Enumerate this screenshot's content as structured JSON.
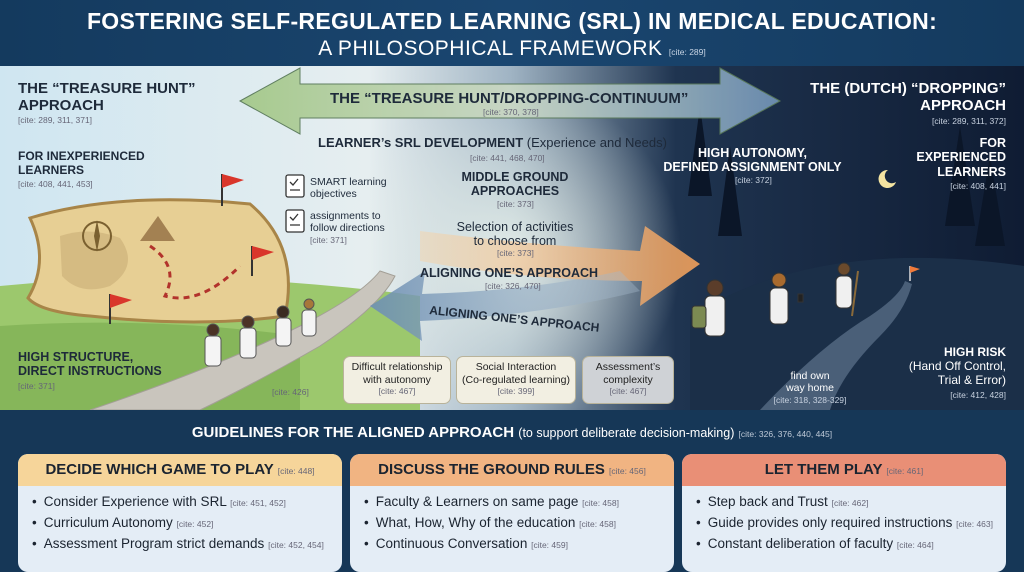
{
  "title": {
    "line1": "FOSTERING SELF-REGULATED LEARNING (SRL) IN MEDICAL EDUCATION:",
    "line2": "A PHILOSOPHICAL FRAMEWORK",
    "cite": "[cite: 289]"
  },
  "continuum": {
    "label": "THE “TREASURE HUNT/DROPPING-CONTINUUM”",
    "cite": "[cite: 370, 378]"
  },
  "left": {
    "heading_line1": "THE “TREASURE HUNT”",
    "heading_line2": "APPROACH",
    "heading_cite": "[cite: 289, 311, 371]",
    "inexperienced_line1": "FOR INEXPERIENCED",
    "inexperienced_line2": "LEARNERS",
    "inexperienced_cite": "[cite: 408, 441, 453]",
    "smart": "SMART learning objectives",
    "assignments_line1": "assignments to",
    "assignments_line2": "follow directions",
    "assignments_cite": "[cite: 371]",
    "structure_line1": "HIGH STRUCTURE,",
    "structure_line2": "DIRECT INSTRUCTIONS",
    "structure_cite": "[cite: 371]",
    "path_cite": "[cite: 426]"
  },
  "center": {
    "srl_title": "LEARNER’s SRL DEVELOPMENT",
    "srl_sub": "(Experience and Needs)",
    "srl_cite": "[cite: 441, 468, 470]",
    "middle_line1": "MIDDLE GROUND",
    "middle_line2": "APPROACHES",
    "middle_cite": "[cite: 373]",
    "selection_line1": "Selection of activities",
    "selection_line2": "to choose from",
    "selection_cite": "[cite: 373]",
    "aligning_upper": "ALIGNING ONE’S APPROACH",
    "aligning_upper_cite": "[cite: 326, 470]",
    "aligning_lower": "ALIGNING ONE’S APPROACH"
  },
  "boxes": [
    {
      "line1": "Difficult relationship",
      "line2": "with autonomy",
      "cite": "[cite: 467]"
    },
    {
      "line1": "Social Interaction",
      "line2": "(Co-regulated learning)",
      "cite": "[cite: 399]"
    },
    {
      "line1": "Assessment’s",
      "line2": "complexity",
      "cite": "[cite: 467]"
    }
  ],
  "right": {
    "heading_line1": "THE (DUTCH) “DROPPING”",
    "heading_line2": "APPROACH",
    "heading_cite": "[cite: 289, 311, 372]",
    "autonomy_line1": "HIGH AUTONOMY,",
    "autonomy_line2": "DEFINED ASSIGNMENT ONLY",
    "autonomy_cite": "[cite: 372]",
    "experienced_line1": "FOR",
    "experienced_line2": "EXPERIENCED",
    "experienced_line3": "LEARNERS",
    "experienced_cite": "[cite: 408, 441]",
    "home_line1": "find own",
    "home_line2": "way home",
    "home_cite": "[cite: 318, 328-329]",
    "risk_line1": "HIGH RISK",
    "risk_line2": "(Hand Off Control,",
    "risk_line3": "Trial & Error)",
    "risk_cite": "[cite: 412, 428]"
  },
  "guidelines": {
    "title": "GUIDELINES FOR THE ALIGNED APPROACH",
    "subtitle": "(to support deliberate decision-making)",
    "cite": "[cite: 326, 376, 440, 445]",
    "cards": [
      {
        "header": "DECIDE WHICH GAME TO PLAY",
        "header_cite": "[cite: 448]",
        "items": [
          {
            "text": "Consider Experience with SRL",
            "cite": "[cite: 451, 452]"
          },
          {
            "text": "Curriculum Autonomy",
            "cite": "[cite: 452]"
          },
          {
            "text": "Assessment Program strict demands",
            "cite": "[cite: 452, 454]"
          }
        ]
      },
      {
        "header": "DISCUSS THE GROUND RULES",
        "header_cite": "[cite: 456]",
        "items": [
          {
            "text": "Faculty & Learners on same page",
            "cite": "[cite: 458]"
          },
          {
            "text": "What, How, Why of the education",
            "cite": "[cite: 458]"
          },
          {
            "text": "Continuous Conversation",
            "cite": "[cite: 459]"
          }
        ]
      },
      {
        "header": "LET THEM PLAY",
        "header_cite": "[cite: 461]",
        "items": [
          {
            "text": "Step back and Trust",
            "cite": "[cite: 462]"
          },
          {
            "text": "Guide provides only required instructions",
            "cite": "[cite: 463]"
          },
          {
            "text": "Constant deliberation of faculty",
            "cite": "[cite: 464]"
          }
        ]
      }
    ]
  },
  "colors": {
    "card1_header": "#f6d59a",
    "card2_header": "#f1b482",
    "card3_header": "#e98f76",
    "arrow_orange": "#f2a05a",
    "arrow_blue": "#6d8fb3",
    "arrow_green": "#a5c98a"
  },
  "icons": [
    "treasure-map-icon",
    "checklist-icon",
    "flag-icon",
    "compass-icon",
    "moon-icon",
    "phone-icon"
  ]
}
